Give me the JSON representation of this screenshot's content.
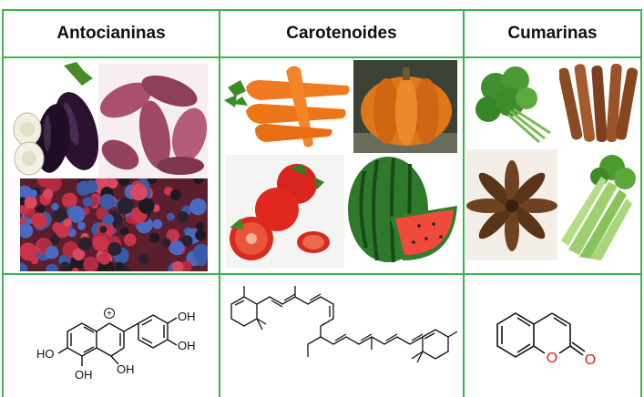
{
  "headers": [
    "Antocianinas",
    "Carotenoides",
    "Cumarinas"
  ],
  "anthocyanin_labels": {
    "oh_right_top": "OH",
    "oh_right_bottom": "OH",
    "oh_left": "HO",
    "oh_bottom_left": "OH",
    "oh_bottom_right": "OH",
    "charge": "+"
  },
  "coumarin_labels": {
    "ring_o": "O",
    "carbonyl_o": "O"
  },
  "colors": {
    "grid": "#3cb44b",
    "heteroatom": "#e02020",
    "bond": "#111111"
  }
}
